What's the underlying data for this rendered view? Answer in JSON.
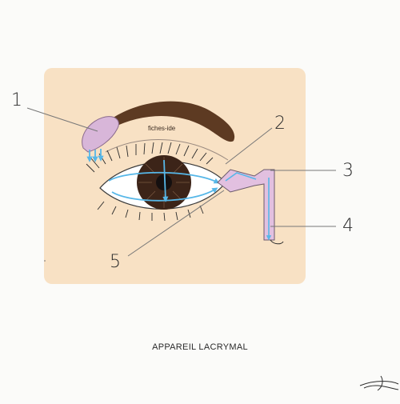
{
  "diagram": {
    "caption": "APPAREIL LACRYMAL",
    "watermark": "fiches-ide",
    "labels": [
      {
        "id": "1",
        "text": "1"
      },
      {
        "id": "2",
        "text": "2"
      },
      {
        "id": "3",
        "text": "3"
      },
      {
        "id": "4",
        "text": "4"
      },
      {
        "id": "5",
        "text": "5"
      }
    ],
    "colors": {
      "background_panel": "#f8e1c4",
      "gland": "#d8b6d9",
      "duct": "#e2c0e0",
      "brow": "#5d3a22",
      "iris": "#3c2418",
      "tear_arrows": "#56b7e8",
      "leader_lines": "#777777"
    }
  }
}
